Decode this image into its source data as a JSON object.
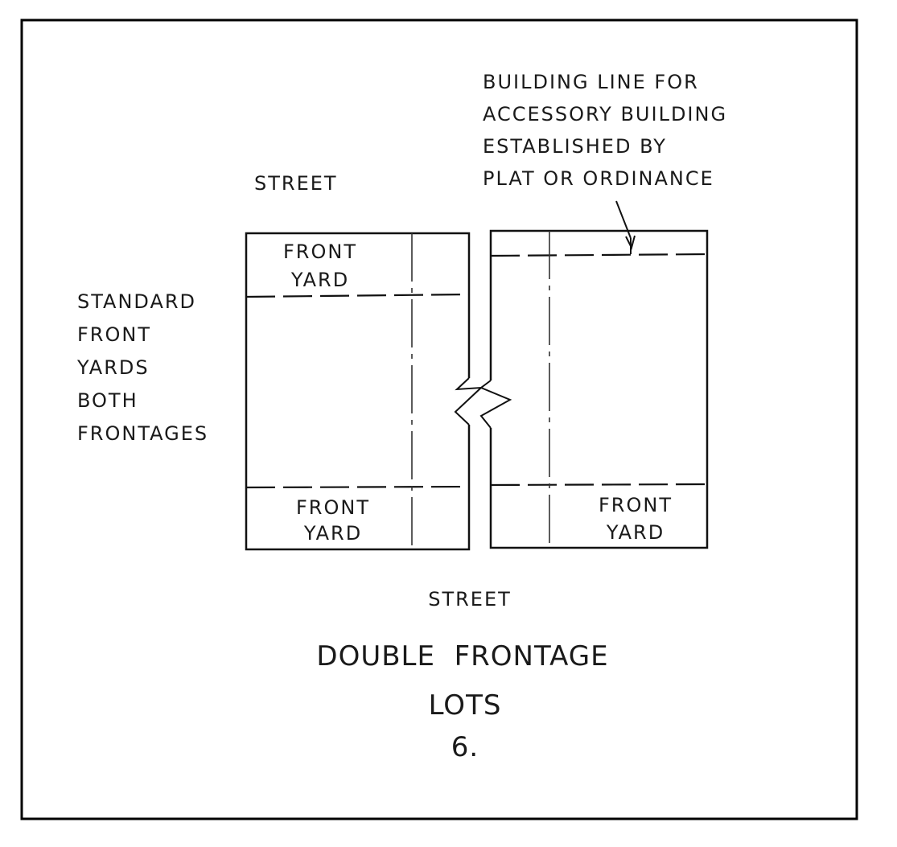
{
  "labels": {
    "street_top": "STREET",
    "street_bottom": "STREET",
    "building_line": [
      "BUILDING LINE FOR",
      "ACCESSORY BUILDING",
      "ESTABLISHED BY",
      "PLAT OR ORDINANCE"
    ],
    "standard_front_yards": [
      "STANDARD",
      "FRONT",
      "YARDS",
      "BOTH",
      "FRONTAGES"
    ],
    "front_yard_top_left": [
      "FRONT",
      "YARD"
    ],
    "front_yard_bottom_left": [
      "FRONT",
      "YARD"
    ],
    "front_yard_bottom_right": [
      "FRONT",
      "YARD"
    ]
  },
  "caption": {
    "title_line1": "DOUBLE  FRONTAGE",
    "title_line2": "LOTS",
    "figure_number": "6."
  }
}
